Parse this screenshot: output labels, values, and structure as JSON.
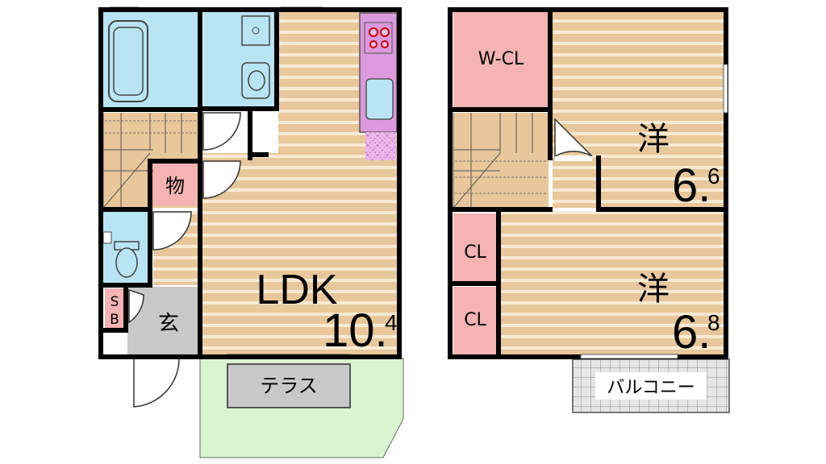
{
  "floor1": {
    "rooms": {
      "ldk": {
        "label": "LDK",
        "size_int": "10.",
        "size_dec": "4"
      },
      "storage": {
        "label": "物"
      },
      "shoe_box": {
        "label_s": "S",
        "label_b": "B"
      },
      "entrance": {
        "label": "玄"
      },
      "terrace": {
        "label": "テラス"
      }
    }
  },
  "floor2": {
    "rooms": {
      "walk_in_closet": {
        "label": "W-CL"
      },
      "western_room_1": {
        "label": "洋",
        "size_int": "6.",
        "size_dec": "6"
      },
      "western_room_2": {
        "label": "洋",
        "size_int": "6.",
        "size_dec": "8"
      },
      "closet_1": {
        "label": "CL"
      },
      "closet_2": {
        "label": "CL"
      },
      "balcony": {
        "label": "バルコニー"
      }
    }
  },
  "colors": {
    "floor_wood": "#e8c79a",
    "floor_wood_line": "#f7ead4",
    "wet_area": "#b8e4f4",
    "closet": "#f5b3b3",
    "kitchen": "#dd99dd",
    "terrace_green": "#d9f5cf",
    "entrance_gray": "#c8c8c8",
    "wall": "#000000"
  }
}
